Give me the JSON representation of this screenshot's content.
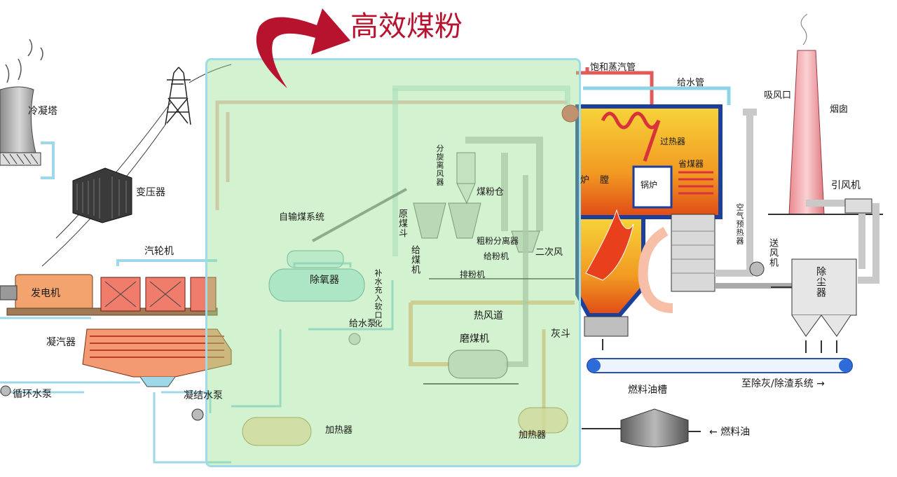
{
  "title": "高效煤粉",
  "labels": {
    "cooling_tower": "冷凝塔",
    "transformer": "变压器",
    "turbine": "汽轮机",
    "generator": "发电机",
    "condenser": "凝汽器",
    "circ_pump": "循环水泵",
    "cond_pump": "凝结水泵",
    "heater_left": "加热器",
    "deaerator": "除氧器",
    "makeup_water": "补水充入软口化",
    "feed_pump": "给水泵",
    "coal_conveyor": "自输煤系统",
    "raw_coal_hopper": "原煤斗",
    "coal_feeder": "给煤机",
    "cyclone": "分旋离风器",
    "pulv_bin": "煤粉仓",
    "coarse_sep": "粗粉分离器",
    "powder_feeder": "给粉机",
    "exhauster": "排粉机",
    "secondary_air": "二次风",
    "hot_air_duct": "热风道",
    "mill": "磨煤机",
    "ash_hopper": "灰斗",
    "heater_right": "加热器",
    "saturated_steam": "饱和蒸汽管",
    "feed_pipe": "给水管",
    "air_inlet": "吸风口",
    "chimney": "烟囱",
    "superheater": "过热器",
    "economizer": "省煤器",
    "furnace_l": "炉",
    "furnace_r": "膛",
    "boiler": "锅炉",
    "air_preheater": "空气预热器",
    "id_fan": "引风机",
    "fd_fan": "送风机",
    "dust_collector": "除尘器",
    "to_ash": "至除灰/除渣系统 →",
    "oil_tank": "燃料油槽",
    "fuel_oil": "← 燃料油"
  },
  "colors": {
    "title": "#b8132e",
    "highlight_fill": "#96e18c",
    "highlight_border": "#9fdbe8",
    "furnace": "#f5c82a",
    "flame": "#e8401c",
    "steam_pipe": "#e05a5a",
    "water_pipe": "#8fd3e6"
  }
}
